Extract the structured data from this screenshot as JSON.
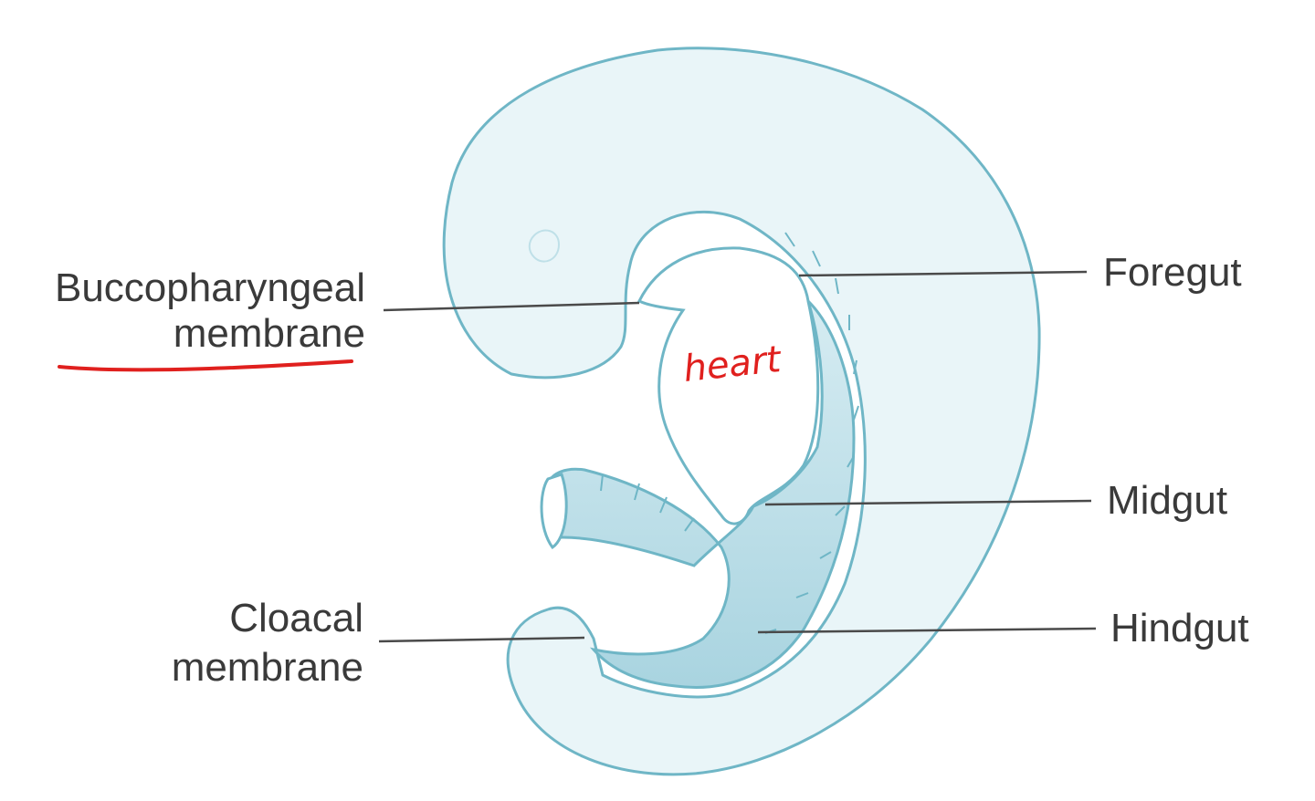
{
  "labels": {
    "buccopharyngeal_line1": "Buccopharyngeal",
    "buccopharyngeal_line2": "membrane",
    "cloacal_line1": "Cloacal",
    "cloacal_line2": "membrane",
    "foregut": "Foregut",
    "midgut": "Midgut",
    "hindgut": "Hindgut"
  },
  "annotation": {
    "handwritten_note": "heart"
  },
  "colors": {
    "embryo_fill": "#e9f5f8",
    "embryo_outline": "#6fb6c6",
    "gut_fill": "#cfe8ef",
    "gut_shade": "#a9d4e0",
    "leader_line": "#4a4a4a",
    "label_text": "#3a3a3a",
    "annotation_red": "#e0201e"
  }
}
